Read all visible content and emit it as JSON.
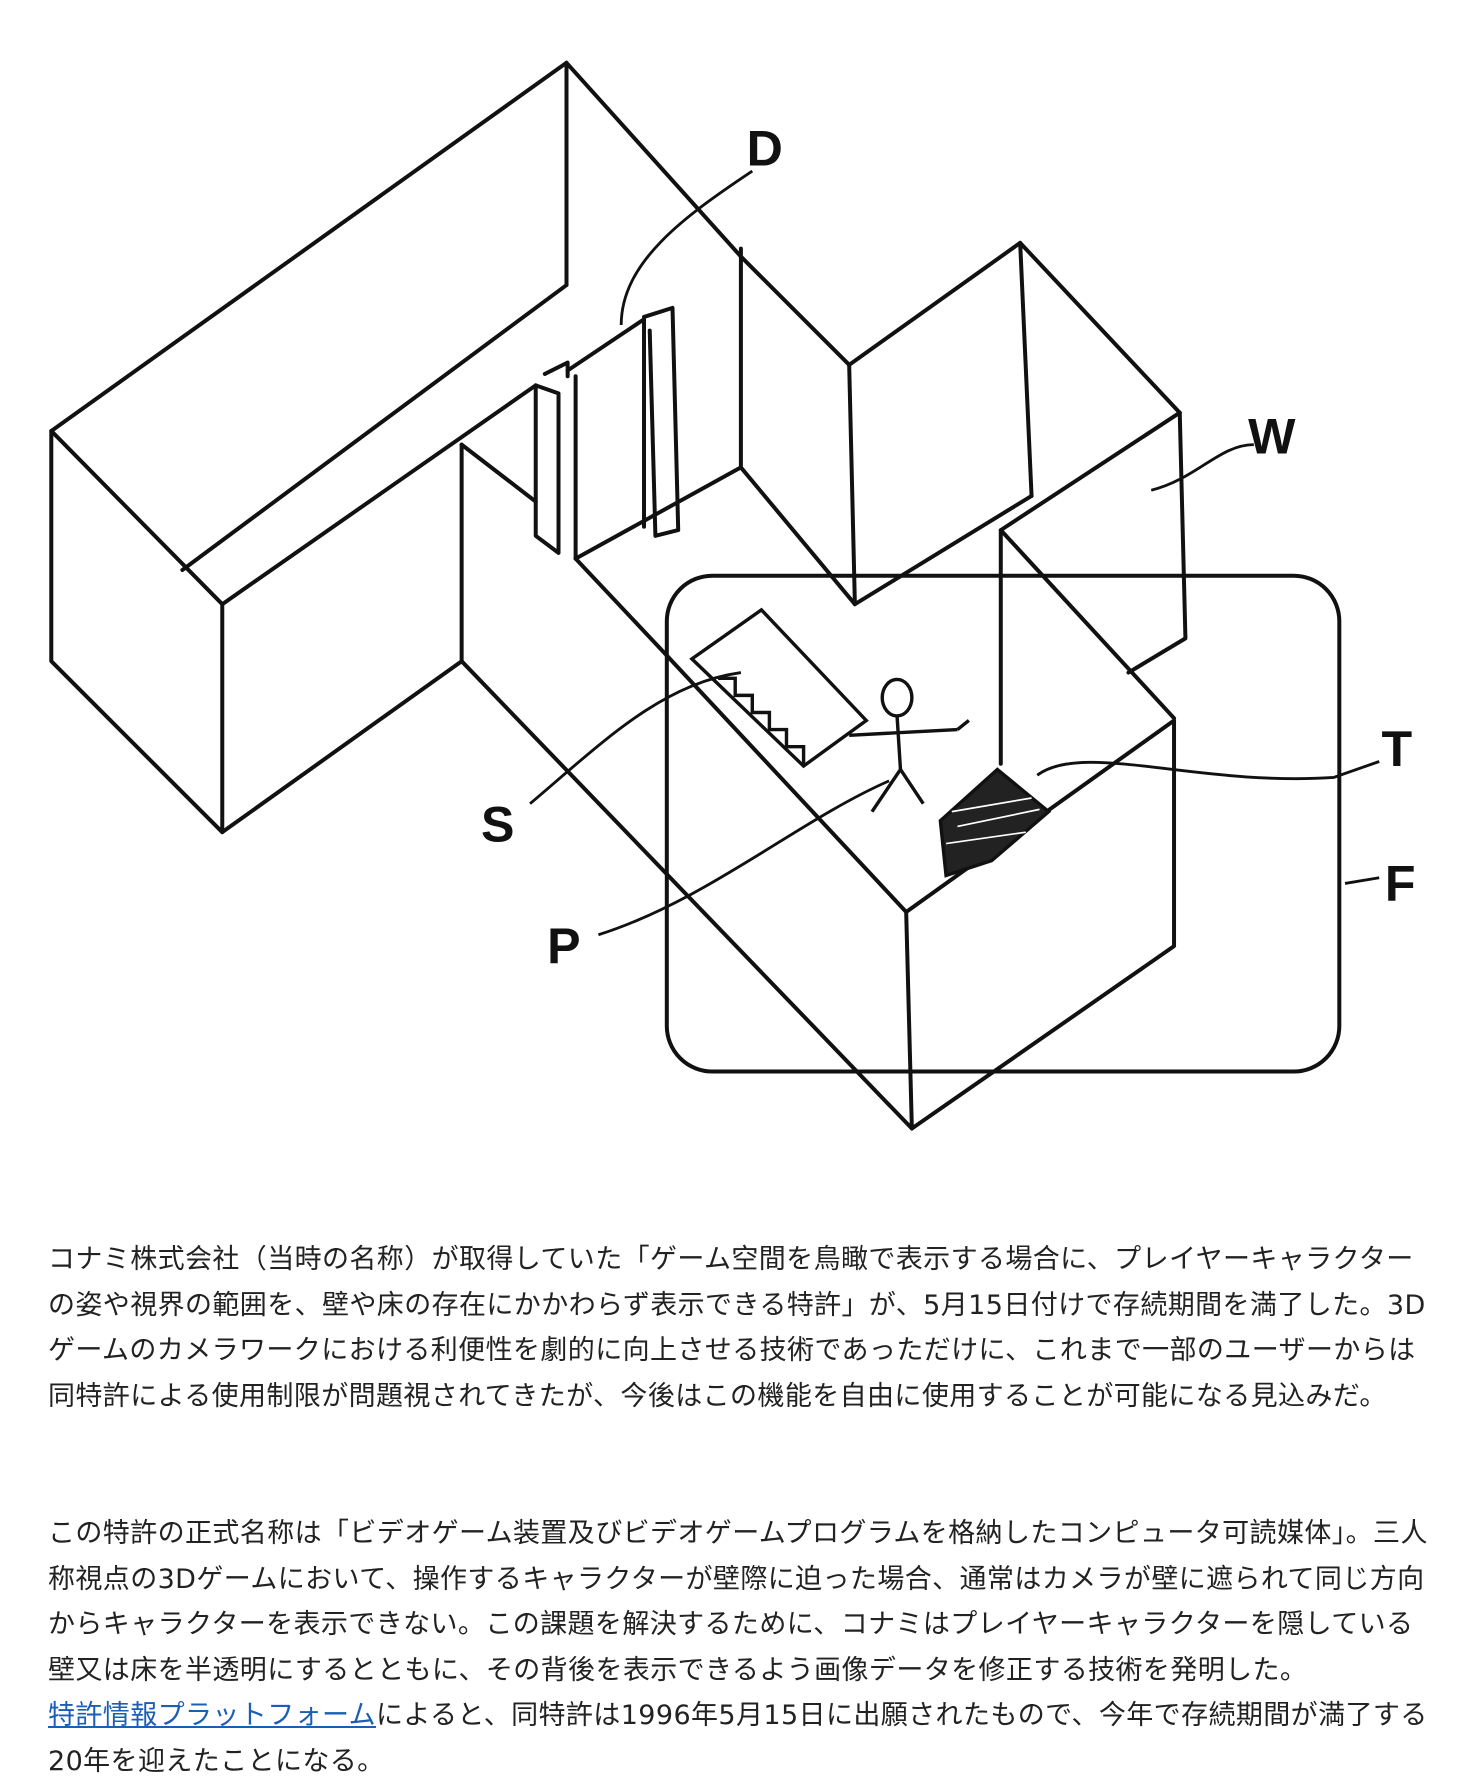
{
  "figure": {
    "labels": {
      "d": "D",
      "w": "W",
      "t": "T",
      "f": "F",
      "s": "S",
      "p": "P"
    }
  },
  "article": {
    "paragraph1": "コナミ株式会社（当時の名称）が取得していた「ゲーム空間を鳥瞰で表示する場合に、プレイヤーキャラクターの姿や視界の範囲を、壁や床の存在にかかわらず表示できる特許」が、5月15日付けで存続期間を満了した。3Dゲームのカメラワークにおける利便性を劇的に向上させる技術であっただけに、これまで一部のユーザーからは同特許による使用制限が問題視されてきたが、今後はこの機能を自由に使用することが可能になる見込みだ。",
    "paragraph2_part1": "この特許の正式名称は「ビデオゲーム装置及びビデオゲームプログラムを格納したコンピュータ可読媒体」。三人称視点の3Dゲームにおいて、操作するキャラクターが壁際に迫った場合、通常はカメラが壁に遮られて同じ方向からキャラクターを表示できない。この課題を解決するために、コナミはプレイヤーキャラクターを隠している壁又は床を半透明にするとともに、その背後を表示できるよう画像データを修正する技術を発明した。",
    "link_text": "特許情報プラットフォーム",
    "paragraph2_part2": "によると、同特許は1996年5月15日に出願されたもので、今年で存続期間が満了する20年を迎えたことになる。",
    "link_color": "#1a5fb4"
  }
}
